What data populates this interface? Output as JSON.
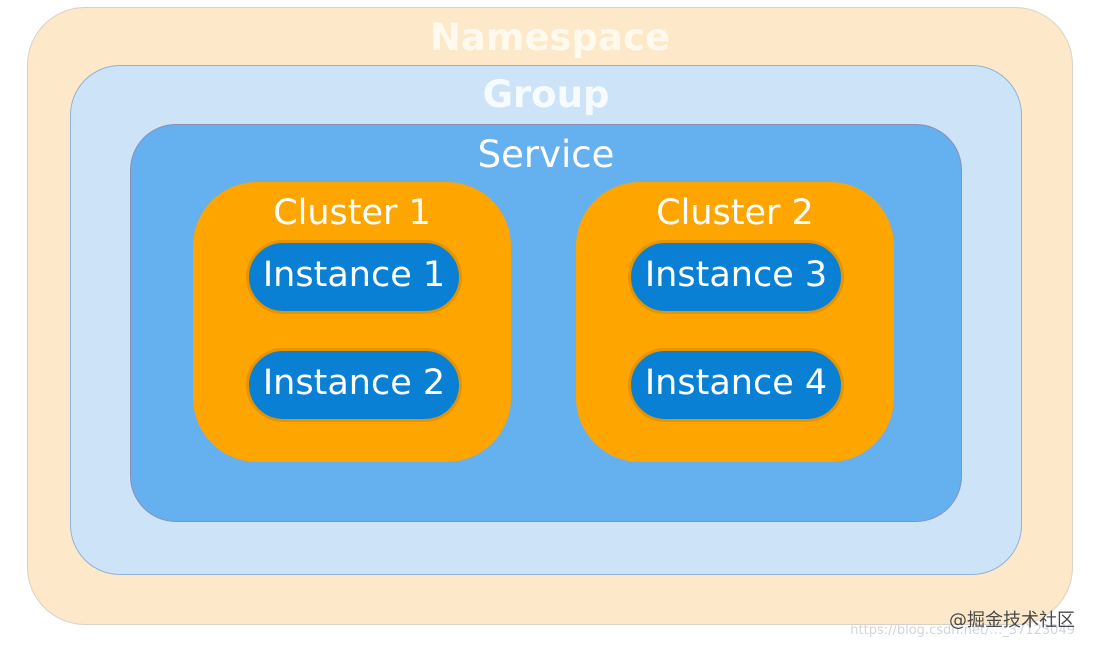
{
  "namespace": {
    "label": "Namespace",
    "color": "#fde9c9"
  },
  "group": {
    "label": "Group",
    "color": "#cde4f8"
  },
  "service": {
    "label": "Service",
    "color": "#65b0ee"
  },
  "clusters": [
    {
      "label": "Cluster 1",
      "color": "#ffa500",
      "instances": [
        {
          "label": "Instance 1"
        },
        {
          "label": "Instance 2"
        }
      ]
    },
    {
      "label": "Cluster 2",
      "color": "#ffa500",
      "instances": [
        {
          "label": "Instance 3"
        },
        {
          "label": "Instance 4"
        }
      ]
    }
  ],
  "instance_color": "#0a80d4",
  "watermark": {
    "text": "@掘金技术社区",
    "faint_text": "https://blog.csdn.net/…_37123049"
  }
}
